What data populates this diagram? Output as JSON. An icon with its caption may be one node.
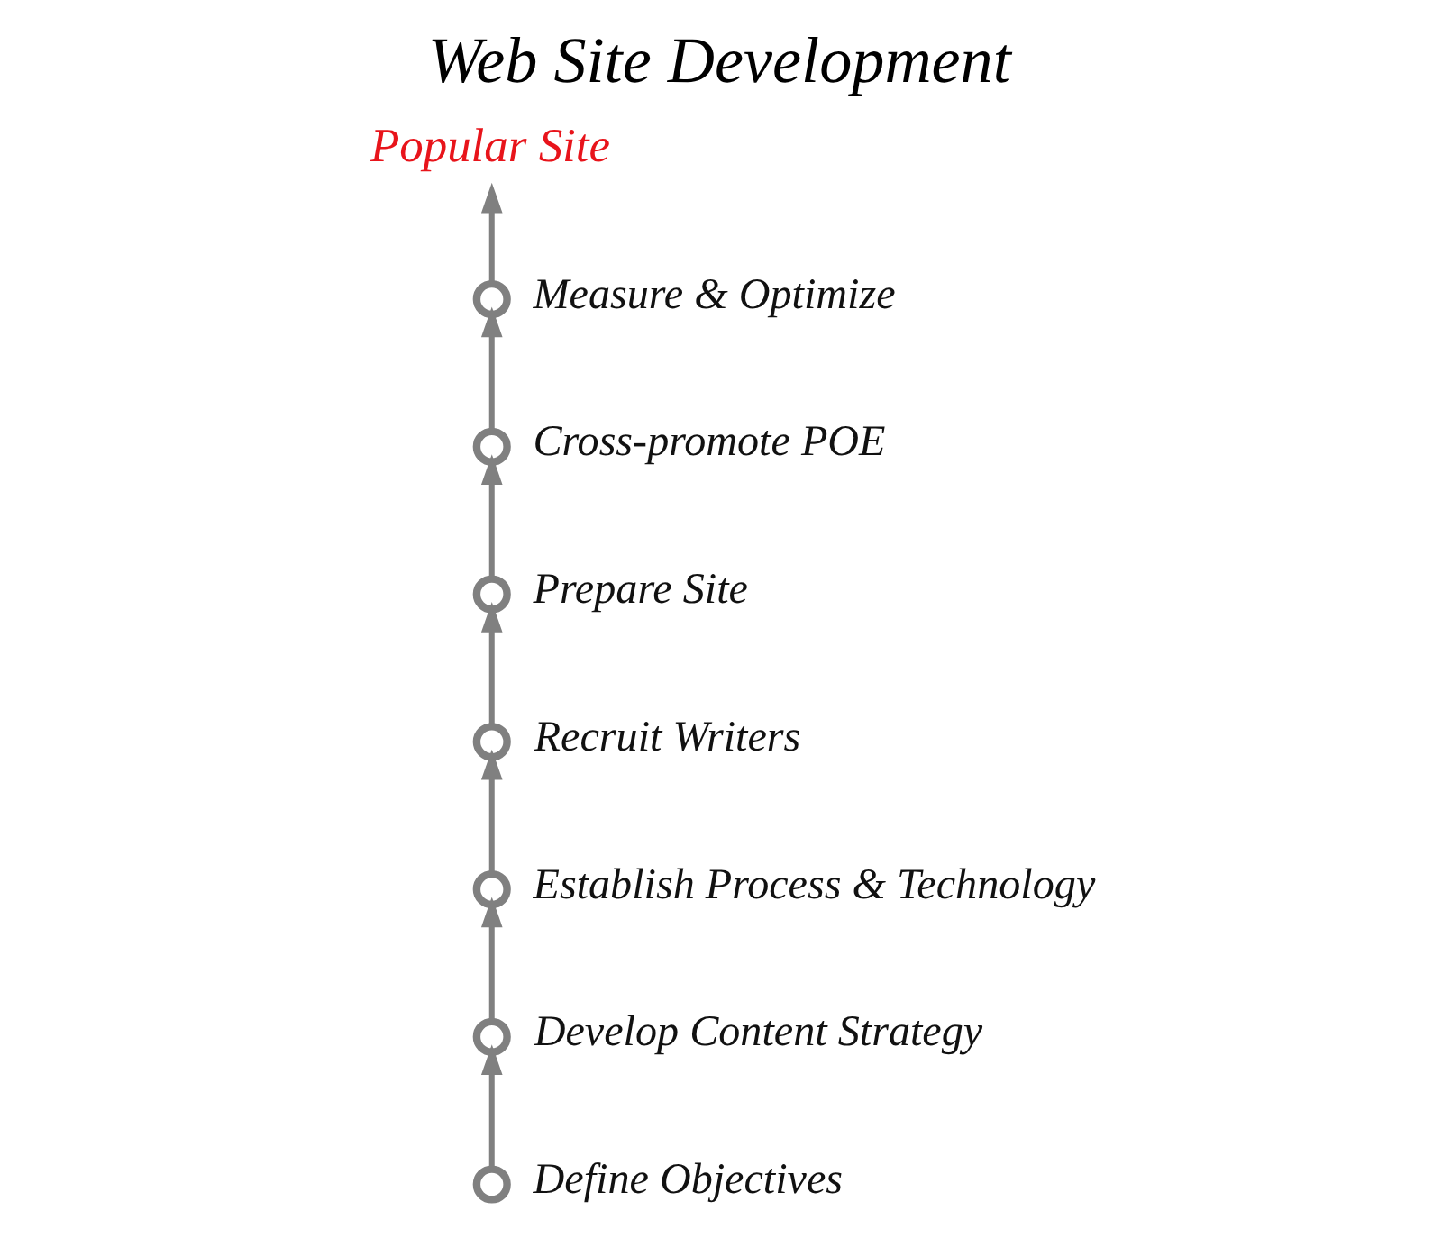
{
  "diagram": {
    "title": "Web Site Development",
    "nodes": [
      {
        "text": [],
        "shape": "circle",
        "beside": [
          "Define Objectives"
        ]
      },
      {
        "text": [],
        "shape": "circle",
        "beside": [
          "Develop Content Strategy"
        ]
      },
      {
        "text": [],
        "shape": "circle",
        "beside": [
          "Establish Process & Technology"
        ]
      },
      {
        "text": [],
        "shape": "circle",
        "beside": [
          "Recruit Writers"
        ]
      },
      {
        "text": [],
        "shape": "circle",
        "beside": [
          "Prepare Site"
        ]
      },
      {
        "text": [],
        "shape": "circle",
        "beside": [
          "Cross-promote POE"
        ]
      },
      {
        "text": [],
        "shape": "circle",
        "beside": [
          "Measure & Optimize"
        ]
      },
      {
        "text": [
          "Popular Site"
        ]
      }
    ],
    "edges": [
      {
        "from": 0,
        "to": 1,
        "arrow": "to"
      },
      {
        "from": 1,
        "to": 2,
        "arrow": "to"
      },
      {
        "from": 2,
        "to": 3,
        "arrow": "to"
      },
      {
        "from": 3,
        "to": 4,
        "arrow": "to"
      },
      {
        "from": 4,
        "to": 5,
        "arrow": "to"
      },
      {
        "from": 5,
        "to": 6,
        "arrow": "to"
      },
      {
        "from": 6,
        "to": 7,
        "arrow": "to"
      }
    ]
  }
}
